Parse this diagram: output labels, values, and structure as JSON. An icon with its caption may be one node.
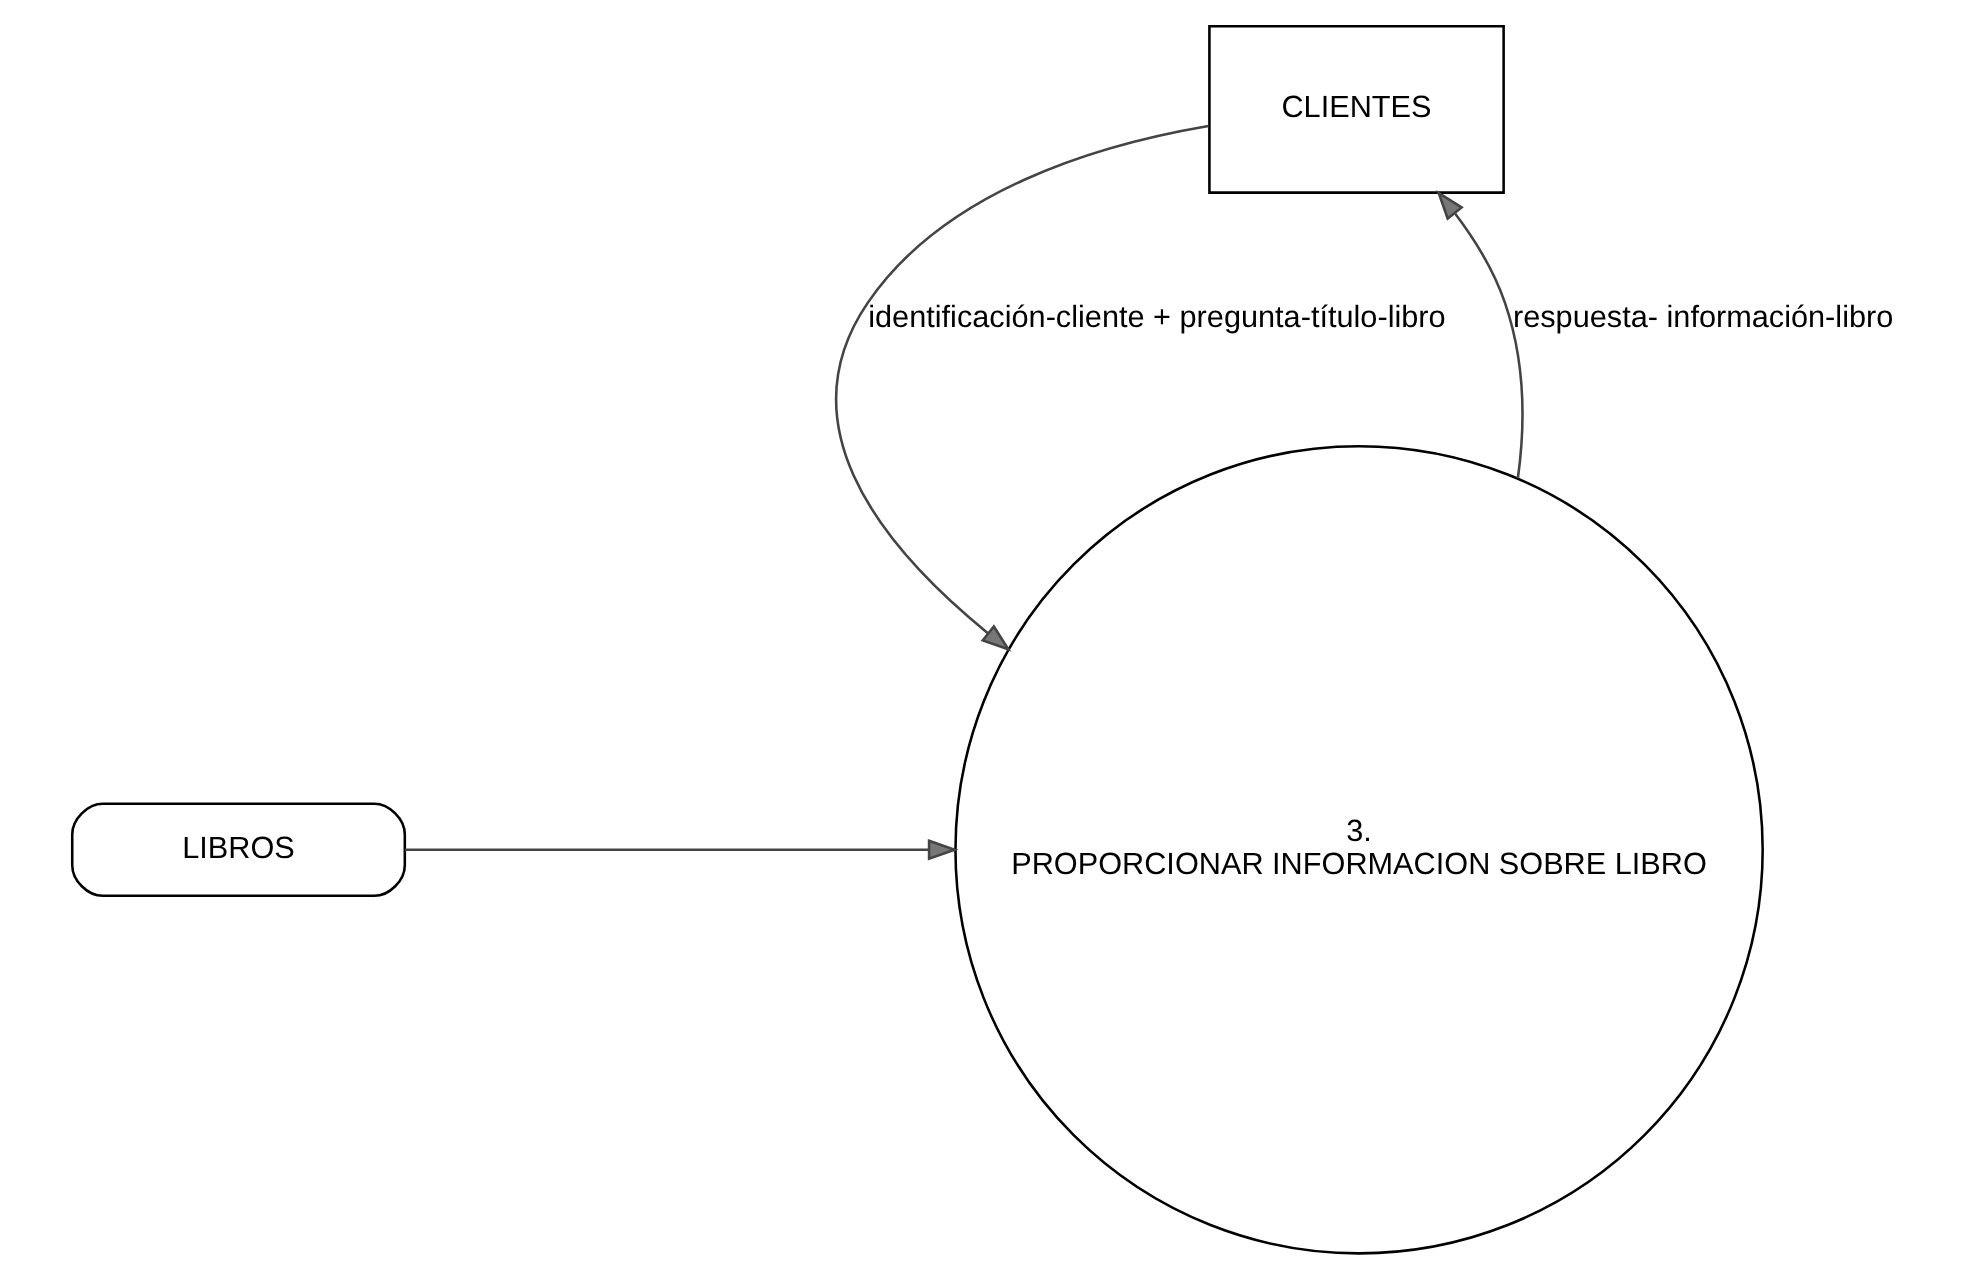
{
  "diagram": {
    "nodes": [
      {
        "text": [
          "CLIENTES"
        ]
      },
      {
        "text": [
          "3.",
          "PROPORCIONAR INFORMACION SOBRE LIBRO"
        ]
      },
      {
        "text": [
          "LIBROS"
        ]
      }
    ],
    "edges": [
      {
        "from": 0,
        "to": 1,
        "arrow": "to",
        "label": "identificación-cliente + pregunta-título-libro"
      },
      {
        "from": 1,
        "to": 0,
        "arrow": "to",
        "label": "respuesta- información-libro"
      },
      {
        "from": 2,
        "to": 1,
        "arrow": "to"
      }
    ]
  }
}
